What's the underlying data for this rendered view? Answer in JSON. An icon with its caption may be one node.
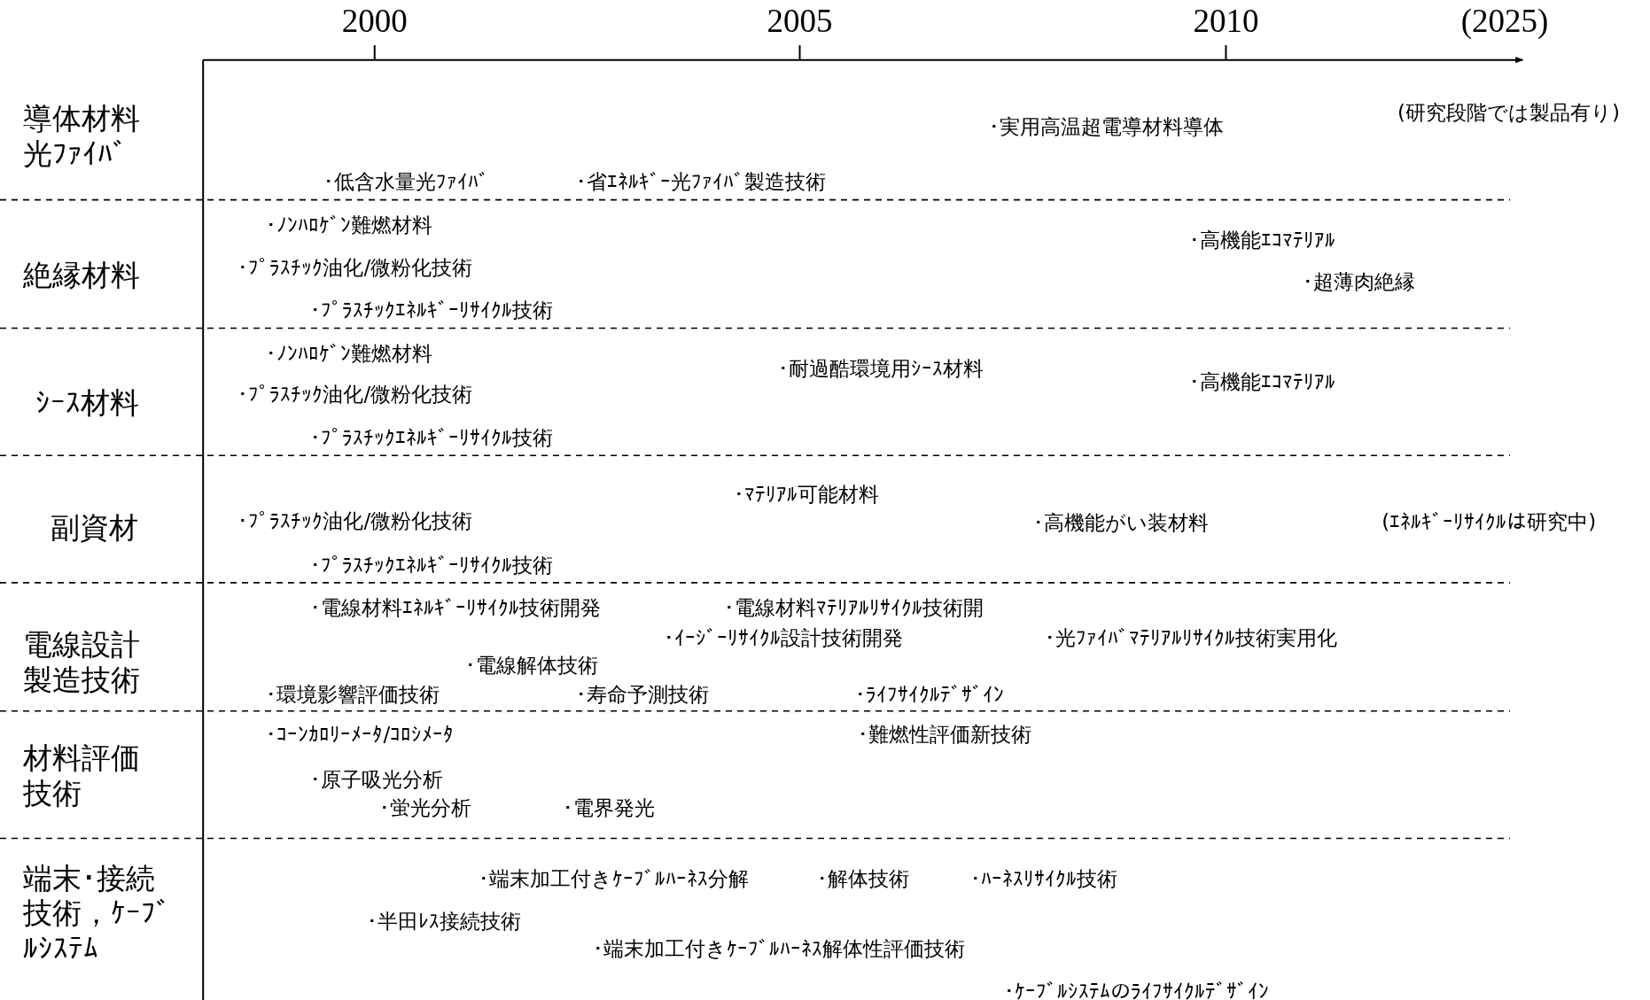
{
  "diagram": {
    "labels": [
      "2000",
      "2005",
      "2010",
      "(2025)",
      "導体材料光ﾌｧｲﾊﾞ",
      "･実用高温超電導材料導体",
      "(研究段階では製品有り)",
      "･低含水量光ﾌｧｲﾊﾞ",
      "･省ｴﾈﾙｷﾞｰ光ﾌｧｲﾊﾞ製造技術",
      "絶縁材料",
      "･ﾉﾝﾊﾛｹﾞﾝ難燃材料",
      "･高機能ｴｺﾏﾃﾘｱﾙ",
      "･ﾌﾟﾗｽﾁｯｸ油化/微粉化技術",
      "･超薄肉絶縁",
      "･ﾌﾟﾗｽﾁｯｸｴﾈﾙｷﾞｰﾘｻｲｸﾙ技術",
      "ｼｰｽ材料",
      "･ﾉﾝﾊﾛｹﾞﾝ難燃材料",
      "･耐過酷環境用ｼｰｽ材料",
      "･高機能ｴｺﾏﾃﾘｱﾙ",
      "･ﾌﾟﾗｽﾁｯｸ油化/微粉化技術",
      "･ﾌﾟﾗｽﾁｯｸｴﾈﾙｷﾞｰﾘｻｲｸﾙ技術",
      "副資材",
      "･ﾏﾃﾘｱﾙ可能材料",
      "･ﾌﾟﾗｽﾁｯｸ油化/微粉化技術",
      "･高機能がい装材料",
      "(ｴﾈﾙｷﾞｰﾘｻｲｸﾙは研究中)",
      "･ﾌﾟﾗｽﾁｯｸｴﾈﾙｷﾞｰﾘｻｲｸﾙ技術",
      "電線設計製造技術",
      "･電線材料ｴﾈﾙｷﾞｰﾘｻｲｸﾙ技術開発",
      "･電線材料ﾏﾃﾘｱﾙﾘｻｲｸﾙ技術開",
      "･ｲｰｼﾞｰﾘｻｲｸﾙ設計技術開発",
      "･光ﾌｧｲﾊﾞﾏﾃﾘｱﾙﾘｻｲｸﾙ技術実用化",
      "･電線解体技術",
      "･環境影響評価技術",
      "･寿命予測技術",
      "･ﾗｲﾌｻｲｸﾙﾃﾞｻﾞｲﾝ",
      "材料評価技術",
      "･ｺｰﾝｶﾛﾘｰﾒｰﾀ/ｺﾛｼﾒｰﾀ",
      "･難燃性評価新技術",
      "･原子吸光分析",
      "･蛍光分析",
      "･電界発光",
      "端末･接続技術，ｹｰﾌﾞﾙｼｽﾃﾑ",
      "･端末加工付きｹｰﾌﾞﾙﾊｰﾈｽ分解",
      "･解体技術",
      "･ﾊｰﾈｽﾘｻｲｸﾙ技術",
      "･半田ﾚｽ接続技術",
      "･端末加工付きｹｰﾌﾞﾙﾊｰﾈｽ解体性評価技術",
      "･ｹｰﾌﾞﾙｼｽﾃﾑのﾗｲﾌｻｲｸﾙﾃﾞｻﾞｲﾝ"
    ]
  }
}
